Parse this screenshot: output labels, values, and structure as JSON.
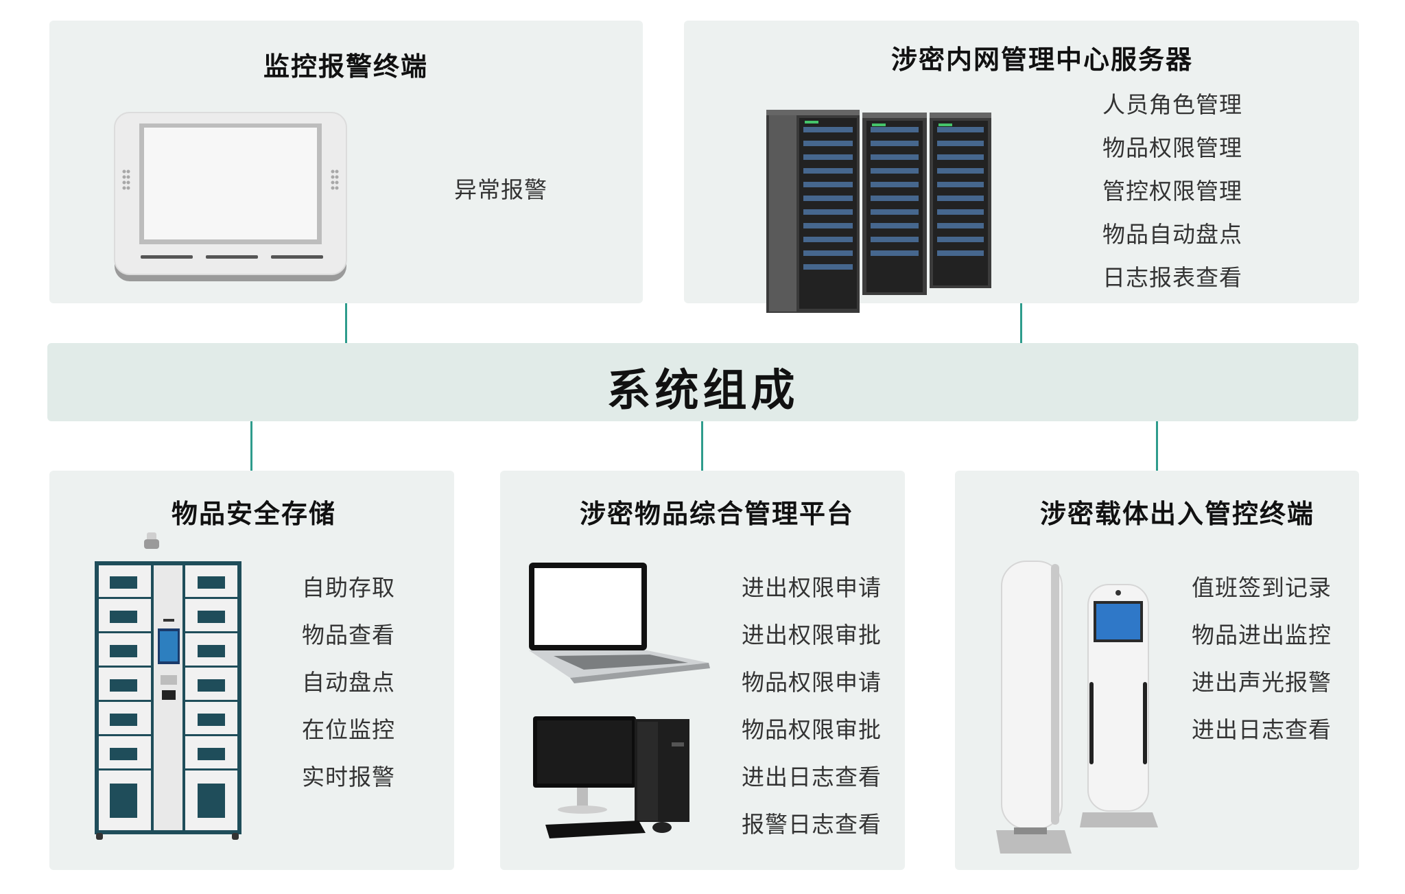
{
  "center": {
    "title": "系统组成"
  },
  "alarm_terminal": {
    "title": "监控报警终端",
    "items": [
      "异常报警"
    ]
  },
  "server": {
    "title": "涉密内网管理中心服务器",
    "items": [
      "人员角色管理",
      "物品权限管理",
      "管控权限管理",
      "物品自动盘点",
      "日志报表查看"
    ]
  },
  "storage": {
    "title": "物品安全存储",
    "items": [
      "自助存取",
      "物品查看",
      "自动盘点",
      "在位监控",
      "实时报警"
    ]
  },
  "platform": {
    "title": "涉密物品综合管理平台",
    "items": [
      "进出权限申请",
      "进出权限审批",
      "物品权限申请",
      "物品权限审批",
      "进出日志查看",
      "报警日志查看"
    ]
  },
  "gate": {
    "title": "涉密载体出入管控终端",
    "items": [
      "值班签到记录",
      "物品进出监控",
      "进出声光报警",
      "进出日志查看"
    ]
  },
  "colors": {
    "panel": "#edf1f0",
    "bar": "#e1ebe8",
    "connector": "#2e9c8c",
    "cabinet": "#1f4d5a"
  }
}
